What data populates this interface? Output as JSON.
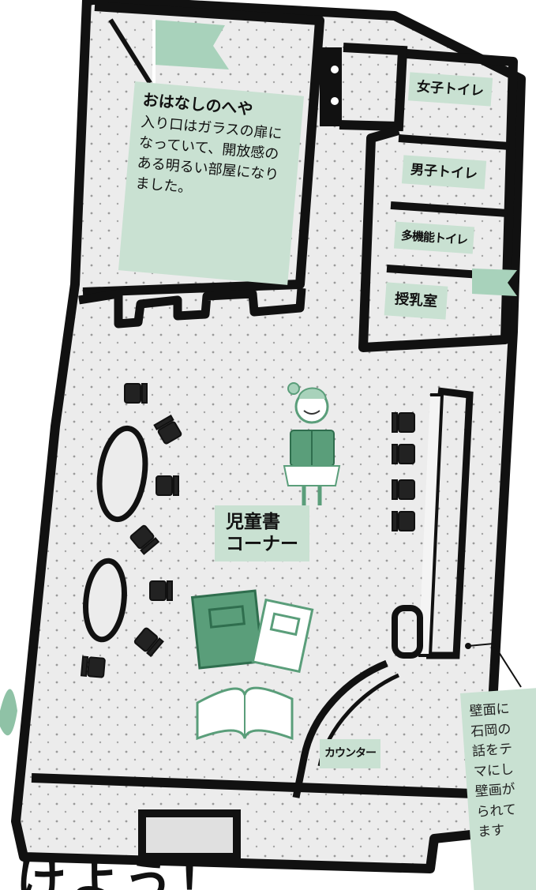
{
  "rooms": {
    "storytelling_room": {
      "title": "おはなしのへや",
      "description": "入り口はガラスの扉になっていて、開放感のある明るい部屋になりました。"
    },
    "women_restroom": "女子トイレ",
    "men_restroom": "男子トイレ",
    "multi_restroom": "多機能トイレ",
    "nursing_room": "授乳室",
    "children_corner": {
      "line1": "児童書",
      "line2": "コーナー"
    },
    "counter": "カウンター"
  },
  "callout": {
    "lines": [
      "壁面に",
      "石岡の",
      "話をテ",
      "マにし",
      "壁画が",
      "られて",
      "ます"
    ]
  },
  "bottom_text": "けよう！",
  "colors": {
    "label_bg": "#c9e1d2",
    "floor": "#ececec",
    "wall": "#111111",
    "accent_green": "#5a9e7a",
    "flag_green": "#a8d2bb"
  },
  "icons": [
    "chair-icon",
    "table-icon",
    "girl-reading-icon",
    "book-icon",
    "flag-icon"
  ]
}
